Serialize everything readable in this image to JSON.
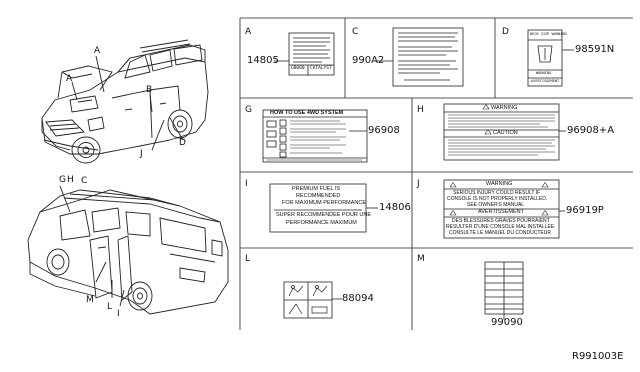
{
  "cells": {
    "A": {
      "letter": "A",
      "part": "14805",
      "label_text": [
        "GB000",
        "CATALYST"
      ]
    },
    "C": {
      "letter": "C",
      "part": "990A2"
    },
    "D": {
      "letter": "D",
      "part": "98591N",
      "label_text": [
        "DECK SIZE WARNING",
        "WARNING",
        "AVERTISSEMENT"
      ]
    },
    "G": {
      "letter": "G",
      "part": "96908",
      "header": "HOW TO USE 4WD SYSTEM"
    },
    "H": {
      "letter": "H",
      "part": "96908+A",
      "warning": "WARNING",
      "caution": "CAUTION"
    },
    "I": {
      "letter": "I",
      "part": "14806",
      "lines": [
        "PREMIUM FUEL IS",
        "RECOMMENDED",
        "FOR MAXIMUM PERFORMANCE",
        "SUPER RECOMMENDEE POUR UNE",
        "PERFORMANCE MAXIMUM"
      ]
    },
    "J": {
      "letter": "J",
      "part": "96919P",
      "lines": [
        "WARNING",
        "SERIOUS INJURY COULD RESULT IF",
        "CONSOLE IS NOT PROPERLY INSTALLED.",
        "SEE OWNER'S MANUAL",
        "AVERTISSEMENT",
        "DES BLESSURES GRAVES POURRAIENT",
        "RESULTER D'UNE CONSOLE MAL INSTALLEE.",
        "CONSULTE LE MANUEL DU CONDUCTEUR"
      ]
    },
    "L": {
      "letter": "L",
      "part": "88094"
    },
    "M": {
      "letter": "M",
      "part": "99090"
    }
  },
  "vehicle_top_callouts": [
    "A",
    "A",
    "B",
    "J",
    "D"
  ],
  "vehicle_bottom_callouts": [
    "G",
    "H",
    "C",
    "M",
    "L",
    "I"
  ],
  "diagram_code": "R991003E"
}
